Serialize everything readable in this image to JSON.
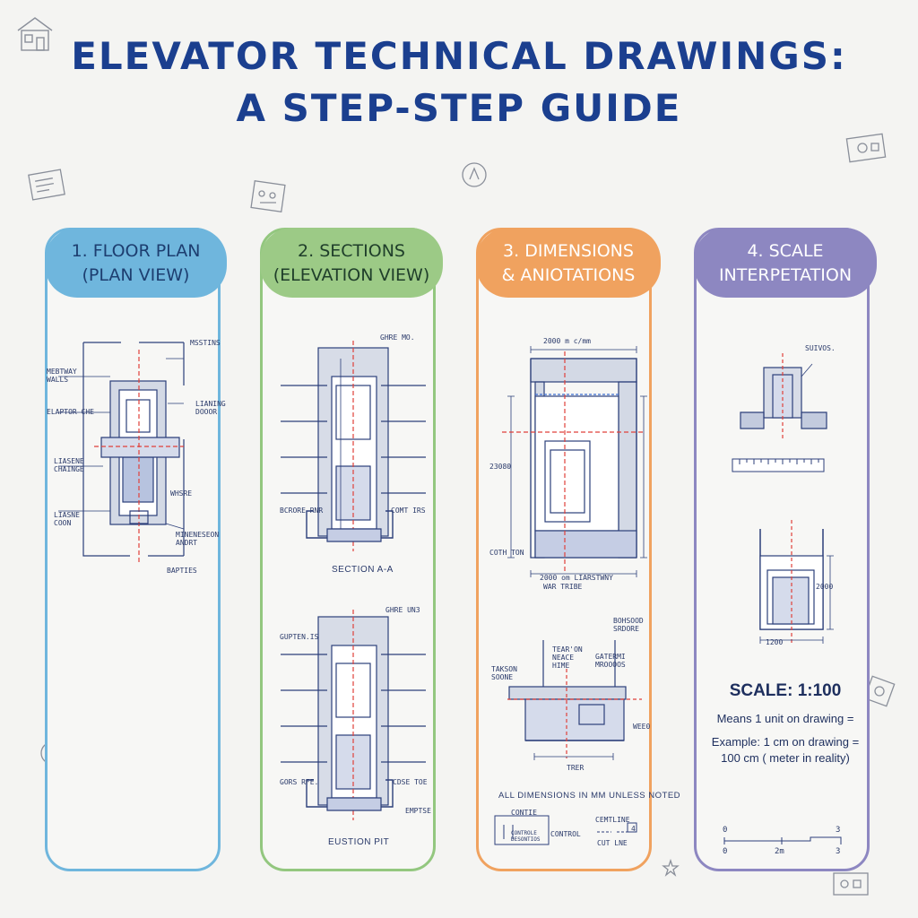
{
  "title": {
    "line1": "ELEVATOR TECHNICAL DRAWINGS:",
    "line2": "A STEP-STEP GUIDE"
  },
  "columns": [
    {
      "heading": [
        "1. FLOOR PLAN",
        "(PLAN VIEW)"
      ],
      "color": "#6fb6dd",
      "labels": [
        "MSSTINS",
        "MEBTWAY WALLS",
        "ELAPTOR CHE",
        "LIANING DOOOR",
        "LIASENE CHAINGE",
        "WHSRE",
        "LIASNE COON",
        "MINENESEON ANDRT",
        "BAPTIES"
      ]
    },
    {
      "heading": [
        "2. SECTIONS",
        "(ELEVATION VIEW)"
      ],
      "color": "#93c77f",
      "labels": [
        "GHRE MO.",
        "BCRORE RNR",
        "COMT IRS",
        "SECTION A-A",
        "GUPTEN.IS",
        "GHRE UN3",
        "GORS RFE.",
        "CDSE TOE",
        "EMPTSE",
        "EUSTION PIT"
      ]
    },
    {
      "heading": [
        "3. DIMENSIONS",
        "& ANIOTATIONS"
      ],
      "color": "#f0a25f",
      "labels": [
        "2000 m c/mm",
        "23080",
        "COTH TON",
        "2000 om LIARSTWNY",
        "WAR TRIBE",
        "BOHSOOD SRDORE",
        "TEAR'ON NEACE HIME",
        "GATERMI MROOOOS",
        "TAKSON SOONE",
        "WEE0",
        "TRER",
        "ALL DIMENSIONS IN MM UNLESS NOTED",
        "CONTIE",
        "CONTROL",
        "CONTROLE DESONTIOS",
        "CEMTLINE",
        "CUT LNE",
        "4"
      ]
    },
    {
      "heading": [
        "4. SCALE",
        "INTERPETATION"
      ],
      "color": "#8d87c1",
      "labels": [
        "SUIVOS.",
        "2000",
        "1200"
      ],
      "scale_title": "SCALE: 1:100",
      "scale_text_1": "Means 1 unit on drawing =",
      "scale_text_2": "Example: 1 cm on drawing =",
      "scale_text_3": "100 cm ( meter  in reality)",
      "bar_ticks": [
        "0",
        "3",
        "0",
        "2m",
        "3"
      ]
    }
  ]
}
